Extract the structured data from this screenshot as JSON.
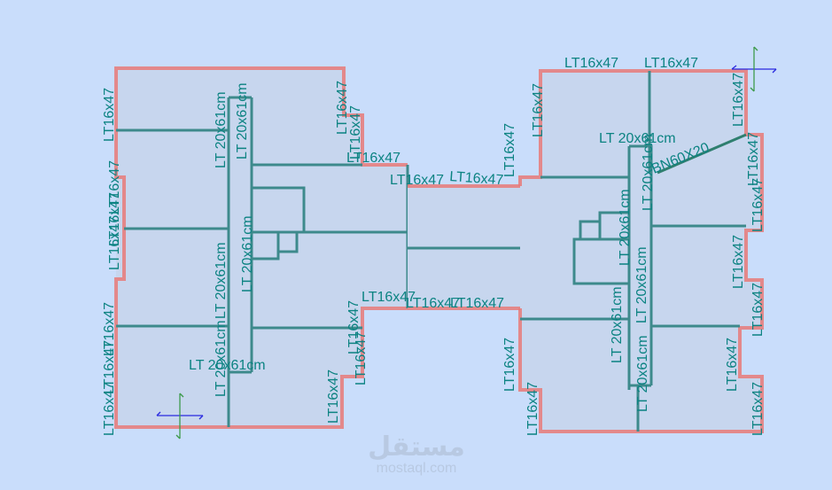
{
  "view": {
    "background": "#c9ddfb",
    "colors": {
      "slab": "#c7d6ee",
      "beam": "#3d8a8c",
      "edge_beam": "#e87a78",
      "label": "#0c8382",
      "axis_x": "#2a2ae0",
      "axis_y": "#3c9a4a"
    }
  },
  "labels": {
    "edge_beam": "LT16x47",
    "inner_beam": "LT 20x61cm",
    "inclined_beam": "BN60X20"
  },
  "watermark": {
    "arabic": "مستقل",
    "latin": "mostaql.com"
  },
  "left_wing": {
    "labels_vertical": [
      "LT16x47",
      "LT16x47",
      "LT16x47",
      "LT16x47",
      "LT16x47",
      "LT16x47",
      "LT16x47",
      "LT 20x61cm",
      "LT 20x61cm",
      "LT 20x61cm",
      "LT 20x61cm",
      "LT 20x61cm",
      "LT16x47",
      "LT16x47",
      "LT16x47",
      "LT16x47",
      "LT16x47"
    ],
    "labels_horizontal": [
      "LT16x47",
      "LT16x47",
      "LT 20x61cm"
    ]
  },
  "core": {
    "labels_horizontal": [
      "LT16x47",
      "LT16x47",
      "LT16x47",
      "LT16x47"
    ]
  },
  "right_wing": {
    "labels_horizontal": [
      "LT16x47",
      "LT16x47",
      "LT 20x61cm"
    ],
    "labels_vertical": [
      "LT16x47",
      "LT16x47",
      "LT16x47",
      "LT16x47",
      "LT16x47",
      "LT16x47",
      "LT16x47",
      "LT16x47",
      "LT16x47",
      "LT16x47",
      "LT 20x61cm",
      "LT 20x61cm",
      "LT 20x61cm",
      "LT 20x61cm",
      "LT 20x61cm"
    ],
    "inclined_label": "BN60X20"
  }
}
